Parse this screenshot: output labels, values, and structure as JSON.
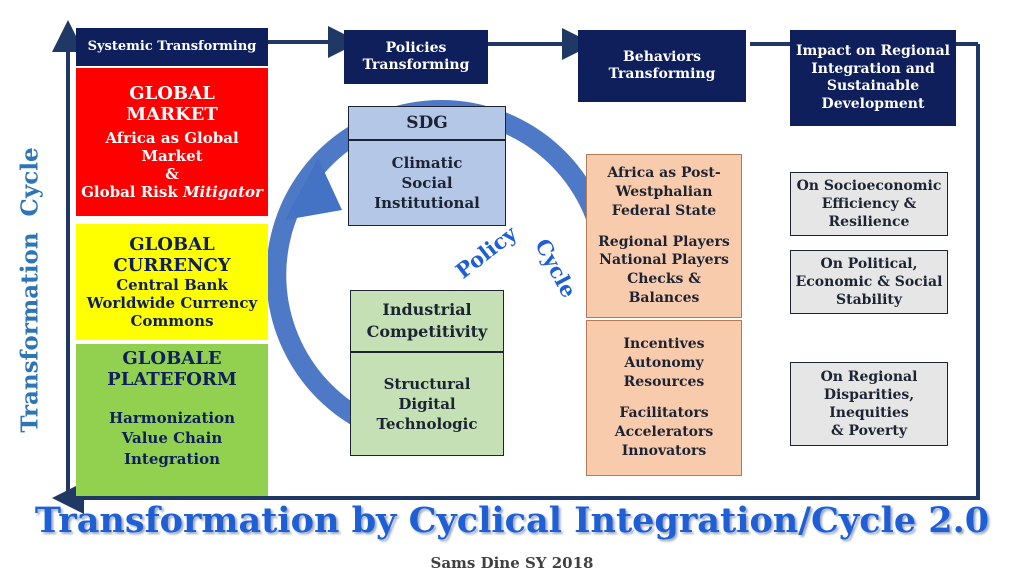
{
  "headers": {
    "systemic": "Systemic Transforming",
    "policies": [
      "Policies",
      "Transforming"
    ],
    "behaviors": [
      "Behaviors",
      "Transforming"
    ],
    "impact": [
      "Impact on Regional",
      "Integration and",
      "Sustainable",
      "Development"
    ]
  },
  "left_column": {
    "market": {
      "title": [
        "GLOBAL",
        "MARKET"
      ],
      "lines": [
        "Africa as Global",
        "Market",
        "&"
      ],
      "last_prefix": "Global Risk ",
      "last_italic": "Mitigator"
    },
    "currency": {
      "title": [
        "GLOBAL",
        "CURRENCY"
      ],
      "lines": [
        "Central Bank",
        "Worldwide Currency",
        "Commons"
      ]
    },
    "platform": {
      "title": [
        "GLOBALE",
        "PLATEFORM"
      ],
      "lines": [
        "Harmonization",
        "Value Chain",
        "Integration"
      ]
    }
  },
  "transformation_cycle_label": "Transformation  Cycle",
  "policy_cycle": {
    "word1": "Policy",
    "word2": "Cycle"
  },
  "sdg": {
    "title": "SDG",
    "lines": [
      "Climatic",
      "Social",
      "Institutional"
    ]
  },
  "industrial": {
    "title": [
      "Industrial",
      "Competitivity"
    ],
    "lines": [
      "Structural",
      "Digital",
      "Technologic"
    ]
  },
  "behaviors_box1": [
    "Africa  as Post-",
    "Westphalian",
    "Federal State",
    "",
    "Regional Players",
    "National Players",
    "Checks &",
    "Balances"
  ],
  "behaviors_box2": [
    "Incentives",
    "Autonomy",
    "Resources",
    "",
    "Facilitators",
    "Accelerators",
    "Innovators"
  ],
  "impacts": [
    [
      "On Socioeconomic",
      "Efficiency  &",
      "Resilience"
    ],
    [
      "On Political,",
      "Economic & Social",
      "Stability"
    ],
    [
      "On Regional",
      "Disparities,",
      "Inequities",
      "&  Poverty"
    ]
  ],
  "main_title": "Transformation by Cyclical Integration/Cycle 2.0",
  "credit": "Sams Dine SY 2018",
  "colors": {
    "navy": "#0f1f5c",
    "frame": "#1f3864",
    "red": "#ff0000",
    "yellow": "#ffff00",
    "green": "#92d050",
    "cycle_blue": "#4472c4",
    "title_blue": "#1f5fd6"
  }
}
